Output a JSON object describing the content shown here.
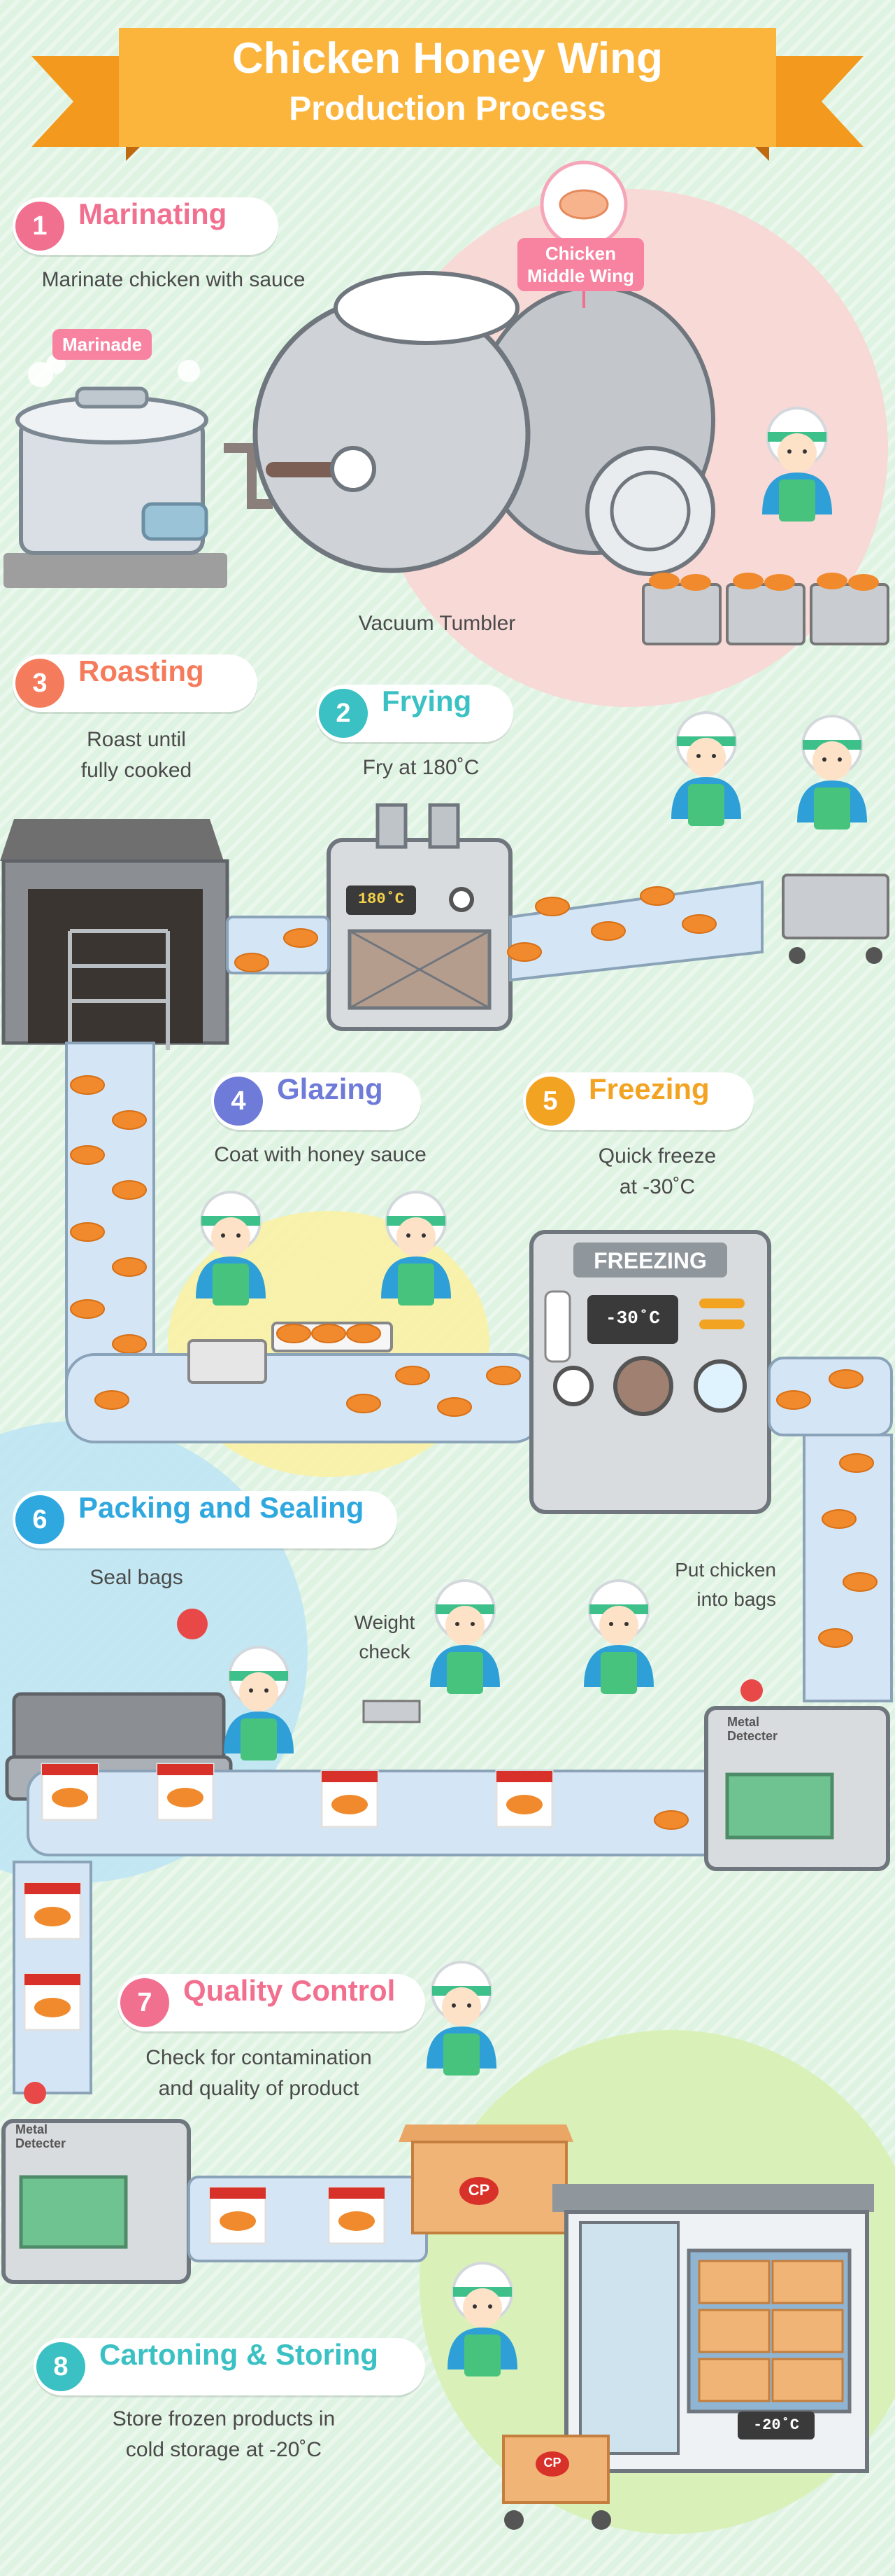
{
  "banner": {
    "title": "Chicken Honey Wing",
    "subtitle": "Production Process"
  },
  "steps": [
    {
      "num": "1",
      "title": "Marinating",
      "desc": "Marinate chicken with sauce"
    },
    {
      "num": "2",
      "title": "Frying",
      "desc": "Fry at 180˚C"
    },
    {
      "num": "3",
      "title": "Roasting",
      "desc": "Roast until\nfully cooked"
    },
    {
      "num": "4",
      "title": "Glazing",
      "desc": "Coat with honey sauce"
    },
    {
      "num": "5",
      "title": "Freezing",
      "desc": "Quick freeze\nat -30˚C"
    },
    {
      "num": "6",
      "title": "Packing and Sealing",
      "desc": "Seal bags"
    },
    {
      "num": "7",
      "title": "Quality Control",
      "desc": "Check for contamination\nand quality of product"
    },
    {
      "num": "8",
      "title": "Cartoning & Storing",
      "desc": "Store frozen products in\ncold storage at -20˚C"
    }
  ],
  "labels": {
    "marinade": "Marinade",
    "chicken_middle_wing": "Chicken\nMiddle Wing",
    "vacuum_tumbler": "Vacuum Tumbler",
    "weight_check": "Weight\ncheck",
    "put_chicken": "Put chicken\ninto bags",
    "metal_detecter": "Metal\nDetecter",
    "freezing_sign": "FREEZING",
    "brand": "CP"
  },
  "displays": {
    "fryer_temp": "180˚C",
    "freezer_temp": "-30˚C",
    "cold_storage_temp": "-20˚C"
  },
  "colors": {
    "banner": "#fbb53c",
    "banner_dark": "#f39a1e",
    "marinating": "#f2708f",
    "frying": "#3bc1c3",
    "roasting": "#f47c5c",
    "glazing": "#6f7bd8",
    "freezing": "#f3a322",
    "packing": "#2fa8e0",
    "quality": "#f2708f",
    "cartoning": "#3bc1c3",
    "chicken": "#f08a2c"
  }
}
